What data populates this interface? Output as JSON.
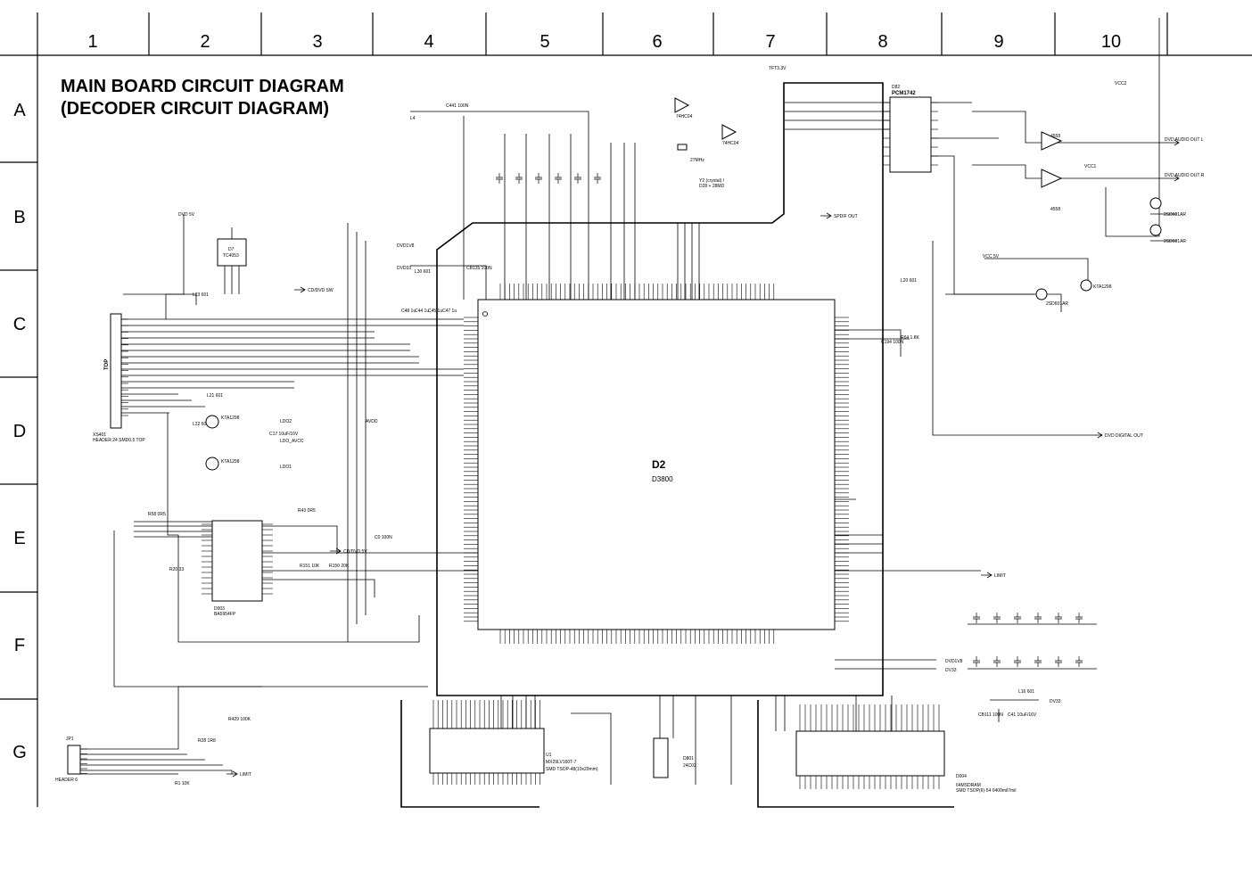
{
  "title": {
    "line1": "MAIN BOARD CIRCUIT DIAGRAM",
    "line2": "(DECODER CIRCUIT DIAGRAM)"
  },
  "grid": {
    "columns": [
      "1",
      "2",
      "3",
      "4",
      "5",
      "6",
      "7",
      "8",
      "9",
      "10"
    ],
    "rows": [
      "A",
      "B",
      "C",
      "D",
      "E",
      "F",
      "G"
    ]
  },
  "components": {
    "decoder_name": "D2",
    "decoder_part": "D3800",
    "dac_name": "PCM1742",
    "dac_ref": "D82",
    "rom_ref": "U1",
    "rom_part": "MX29LV160T-7",
    "rom_pkg": "SMD TSOP-48(10x20mm)",
    "sdram_ref": "D004",
    "sdram_part": "64MSDRAM",
    "sdram_pkg": "SMD TSOP(II)-54 0400mil7mil",
    "eeprom_ref": "D801",
    "eeprom_part": "24C02",
    "driver_ref": "D003",
    "driver_part": "BA5954FP",
    "mux_ref": "D7",
    "mux_part": "TC4053",
    "connector_top": "XS401",
    "connector_top_desc": "HEADER 24 SMD0.5 TOP",
    "connector_top_tag": "TOP",
    "connector_bottom": "JP1",
    "connector_bottom_desc": "HEADER 6",
    "crystal": "27MHz",
    "crystal_note": "Y2 (crystal) /",
    "crystal_note2": "D28 + 28MD",
    "inverter_a": "74HC04",
    "inverter_b": "74HC04",
    "transistor_vd10": "KTA1298",
    "transistor_vd11": "KTA1298",
    "opamp": "4558",
    "vq504": "KTA1298",
    "vd830": "2SD601AR",
    "vd810": "2SD601AR",
    "kq528": "2SD601AR"
  },
  "nets": {
    "dvd_audio_out_l": "DVD AUDIO OUT L",
    "dvd_audio_out_r": "DVD AUDIO OUT R",
    "spdif_out": "SPDIF OUT",
    "dvd_digital_out": "DVD DIGITAL OUT",
    "cd_dvd_sw": "CD/DVD SW",
    "cd_dvd_5v": "CD/DVD 5V",
    "limit": "LIMIT",
    "limit2": "LIMIT",
    "dvd5v": "DVD 5V",
    "dvd1v8": "DVD1V8",
    "dvd33": "DVD33",
    "dv33": "DV33",
    "vcc5v": "VCC 5V",
    "tft33v": "TFT3.3V",
    "vcc1": "VCC1",
    "vcc2": "VCC2",
    "ldo1": "LDO1",
    "ldo2": "LDO2",
    "ldo_avcc": "LDO_AVCC",
    "avdd": "AVDD"
  },
  "annotations": {
    "c441": "C441 100N",
    "l4": "L4",
    "l30": "L30 601",
    "cb135": "CB135 100N",
    "l23": "L23 601",
    "l20": "L20 601",
    "l21": "L21 601",
    "l22": "L22 601",
    "c17": "C17 10uF/16V",
    "c48": "C48 1u",
    "c44": "C44 1u",
    "c47": "C47 1u",
    "c45": "C45 1u",
    "r20": "R20 33",
    "r28": "R28 1R8",
    "r429": "R429 100K",
    "r1": "R1 10K",
    "r151": "R151 10K",
    "r150": "R150 20K",
    "r58": "R58 0R5",
    "r43": "R43 0R5",
    "c41": "C41 10uF/16V",
    "l16": "L16 601",
    "cb111": "CB111 100N",
    "c0": "C0 100N",
    "r64": "R64 1.8K",
    "c194": "C194 100N"
  }
}
